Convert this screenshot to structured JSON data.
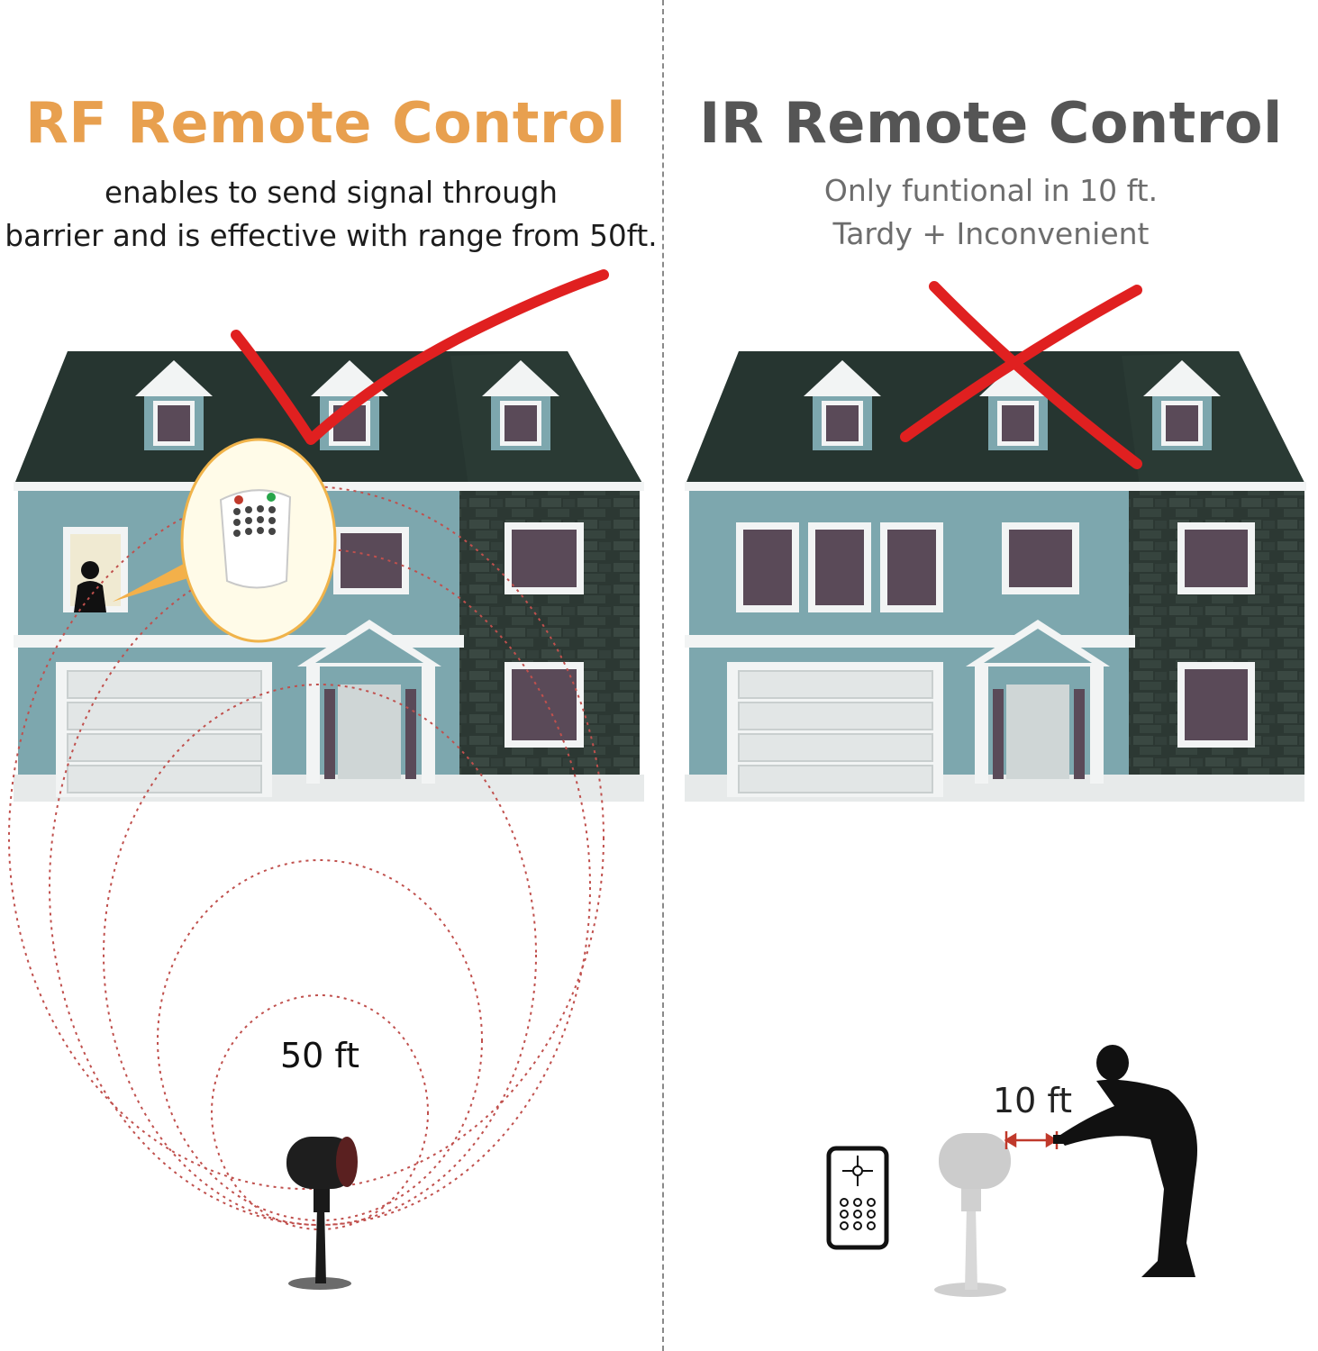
{
  "rf": {
    "title": "RF Remote Control",
    "title_color": "#e8a04f",
    "desc_line1": "enables to send signal through",
    "desc_line2": "barrier and is effective with range from 50ft.",
    "range_label": "50 ft",
    "mark": "check",
    "mark_color": "#e02020"
  },
  "ir": {
    "title": "IR Remote Control",
    "title_color": "#555555",
    "desc_line1": "Only funtional in 10 ft.",
    "desc_line2": "Tardy + Inconvenient",
    "range_label": "10 ft",
    "mark": "cross",
    "mark_color": "#e02020"
  },
  "colors": {
    "roof": "#263530",
    "wall_blue": "#7da7ae",
    "wall_stone": "#2c3833",
    "trim": "#f2f4f4",
    "window_glass": "#5a4a58",
    "signal": "#c0504d"
  },
  "icons": [
    "check-mark-icon",
    "cross-mark-icon",
    "rf-remote-icon",
    "ir-remote-icon",
    "projector-icon",
    "person-icon"
  ]
}
